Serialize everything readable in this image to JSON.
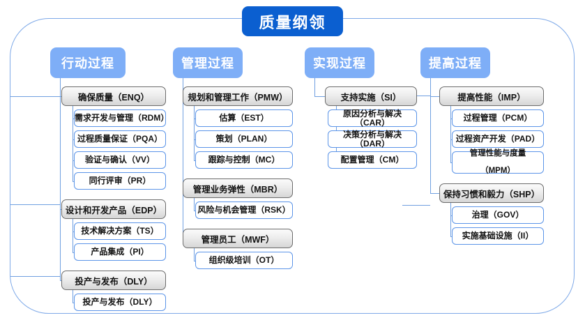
{
  "root": {
    "label": "质量纲领",
    "color": "#0B5FD0"
  },
  "frame": {
    "border_color": "#7EA9E8"
  },
  "palette": {
    "column_header": "#7EAEF7",
    "group_box_border": "#6b6b6b",
    "leaf_box_border": "#5B94E8",
    "connector": "#6F9FE0"
  },
  "columns": [
    {
      "header": "行动过程",
      "groups": [
        {
          "label": "确保质量（ENQ）",
          "children": [
            "需求开发与管理（RDM）",
            "过程质量保证（PQA）",
            "验证与确认（VV）",
            "同行评审（PR）"
          ]
        },
        {
          "label": "设计和开发产品（EDP）",
          "children": [
            "技术解决方案（TS）",
            "产品集成（PI）"
          ]
        },
        {
          "label": "投产与发布（DLY）",
          "children": [
            "投产与发布（DLY）"
          ]
        }
      ]
    },
    {
      "header": "管理过程",
      "groups": [
        {
          "label": "规划和管理工作（PMW）",
          "children": [
            "估算（EST）",
            "策划（PLAN）",
            "跟踪与控制（MC）"
          ]
        },
        {
          "label": "管理业务弹性（MBR）",
          "children": [
            "风险与机会管理（RSK）"
          ]
        },
        {
          "label": "管理员工（MWF）",
          "children": [
            "组织级培训（OT）"
          ]
        }
      ]
    },
    {
      "header": "实现过程",
      "groups": [
        {
          "label": "支持实施（SI）",
          "children": [
            "原因分析与解决（CAR）",
            "决策分析与解决（DAR）",
            "配置管理（CM）"
          ]
        }
      ]
    },
    {
      "header": "提高过程",
      "groups": [
        {
          "label": "提高性能（IMP）",
          "children": [
            "过程管理（PCM）",
            "过程资产开发（PAD）",
            "管理性能与度量\n（MPM）"
          ]
        },
        {
          "label": "保持习惯和毅力（SHP）",
          "children": [
            "治理（GOV）",
            "实施基础设施（II）"
          ]
        }
      ]
    }
  ]
}
